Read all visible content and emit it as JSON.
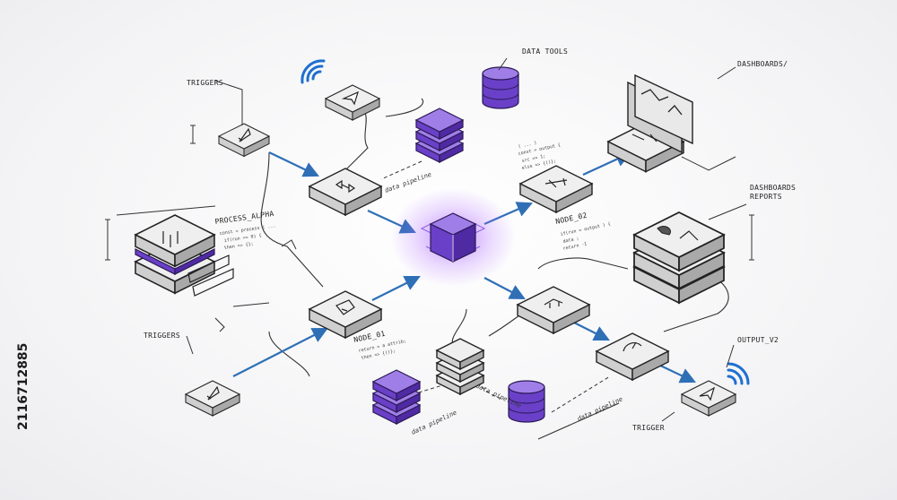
{
  "labels": {
    "data_tools": "DATA TOOLS",
    "dashboards_1": "DASHBOARDS/",
    "triggers_top": "TRIGGERS",
    "process_alpha": "PROCESS_ALPHA",
    "node_02": "NODE_02",
    "dashboards_reports_1": "DASHBOARDS",
    "dashboards_reports_2": "REPORTS",
    "node_01": "NODE_01",
    "triggers_bottom": "TRIGGERS",
    "output_v2": "OUTPUT_V2",
    "trigger": "TRIGGER",
    "data_pipeline": "data pipeline"
  },
  "watermark_id": "2116712885",
  "colors": {
    "accent_purple": "#6a40c8",
    "flow_blue": "#2f6fb6",
    "wifi_blue": "#1f6fd0"
  }
}
